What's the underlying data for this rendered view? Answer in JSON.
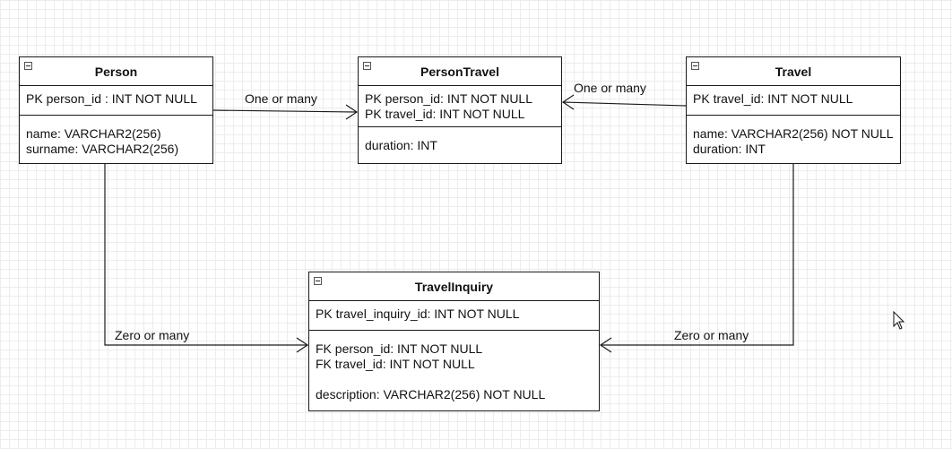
{
  "entities": {
    "person": {
      "name": "Person",
      "pk": [
        "PK person_id : INT NOT NULL"
      ],
      "attrs": [
        "name: VARCHAR2(256)",
        "surname: VARCHAR2(256)"
      ]
    },
    "person_travel": {
      "name": "PersonTravel",
      "pk": [
        "PK person_id: INT NOT NULL",
        "PK travel_id: INT NOT NULL"
      ],
      "attrs": [
        "duration: INT"
      ]
    },
    "travel": {
      "name": "Travel",
      "pk": [
        "PK travel_id: INT NOT NULL"
      ],
      "attrs": [
        "name: VARCHAR2(256) NOT NULL",
        "duration: INT"
      ]
    },
    "travel_inquiry": {
      "name": "TravelInquiry",
      "pk": [
        "PK travel_inquiry_id: INT NOT NULL"
      ],
      "attrs": [
        "FK person_id: INT NOT NULL",
        "FK travel_id: INT NOT NULL",
        "",
        "description: VARCHAR2(256) NOT NULL"
      ]
    }
  },
  "relations": {
    "person_to_person_travel": "One or many",
    "travel_to_person_travel": "One or many",
    "person_to_travel_inquiry": "Zero or many",
    "travel_to_travel_inquiry": "Zero or many"
  },
  "icons": {
    "collapse": "collapse-icon",
    "cursor": "mouse-cursor-icon"
  },
  "colors": {
    "stroke": "#1a1a1a",
    "grid": "#ececec",
    "background": "#ffffff"
  }
}
